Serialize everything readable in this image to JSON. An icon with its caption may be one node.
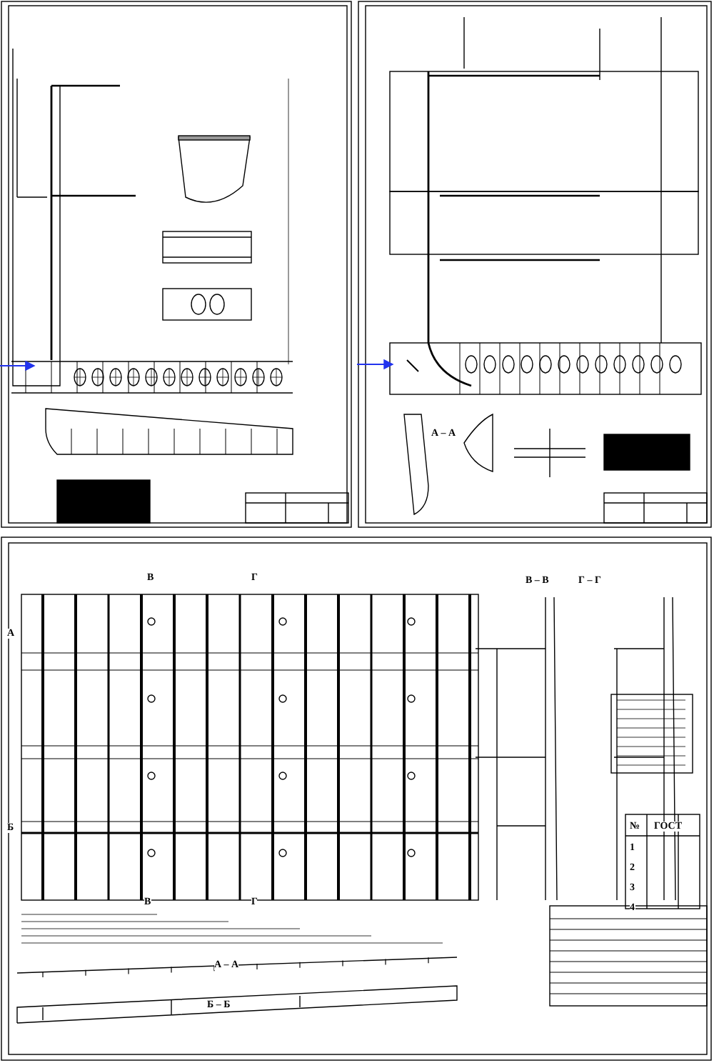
{
  "diagram": {
    "labels": [
      "А – А",
      "В",
      "Г",
      "В – В",
      "Г – Г",
      "А",
      "Б",
      "В",
      "Г",
      "А – А",
      "Б – Б",
      "№",
      "ГОСТ",
      "1",
      "2",
      "3",
      "4"
    ]
  }
}
